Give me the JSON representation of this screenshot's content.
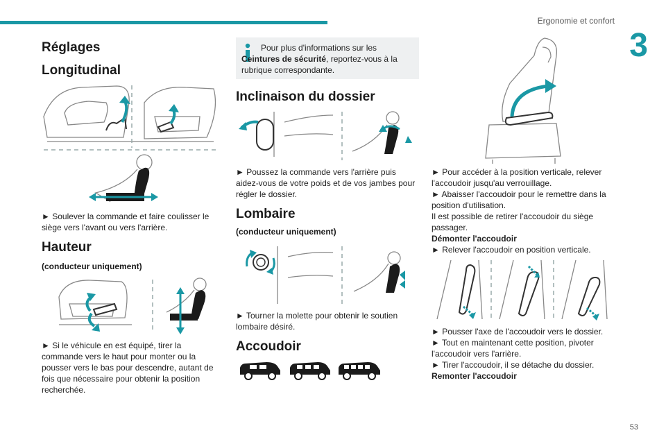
{
  "header": {
    "section": "Ergonomie et confort",
    "chapter": "3",
    "page": "53"
  },
  "col1": {
    "title_reglages": "Réglages",
    "title_longitudinal": "Longitudinal",
    "longitudinal_text": "► Soulever la commande et faire coulisser le siège vers l'avant ou vers l'arrière.",
    "title_hauteur": "Hauteur",
    "hauteur_sub": "(conducteur uniquement)",
    "hauteur_text": "► Si le véhicule en est équipé, tirer la commande vers le haut pour monter ou la pousser vers le bas pour descendre, autant de fois que nécessaire pour obtenir la position recherchée."
  },
  "col2": {
    "info_before": "Pour plus d'informations sur les ",
    "info_bold": "Ceintures de sécurité",
    "info_after": ", reportez-vous à la rubrique correspondante.",
    "title_inclinaison": "Inclinaison du dossier",
    "inclinaison_text": "► Poussez la commande vers l'arrière puis aidez-vous de votre poids et de vos jambes pour régler le dossier.",
    "title_lombaire": "Lombaire",
    "lombaire_sub": "(conducteur uniquement)",
    "lombaire_text": "► Tourner la molette pour obtenir le soutien lombaire désiré.",
    "title_accoudoir": "Accoudoir"
  },
  "col3": {
    "line1": "► Pour accéder à la position verticale, relever l'accoudoir jusqu'au verrouillage.",
    "line2": "► Abaisser l'accoudoir pour le remettre dans la position d'utilisation.",
    "line3": "Il est possible de retirer l'accoudoir du siège passager.",
    "demonter_title": "Démonter l'accoudoir",
    "demonter_text": "► Relever l'accoudoir en position verticale.",
    "step1": "► Pousser l'axe de l'accoudoir vers le dossier.",
    "step2": "► Tout en maintenant cette position, pivoter l'accoudoir vers l'arrière.",
    "step3": "► Tirer l'accoudoir, il se détache du dossier.",
    "remonter_title": "Remonter l'accoudoir"
  },
  "colors": {
    "accent": "#1a98a5",
    "text": "#222222",
    "info_bg": "#eef0f1"
  }
}
